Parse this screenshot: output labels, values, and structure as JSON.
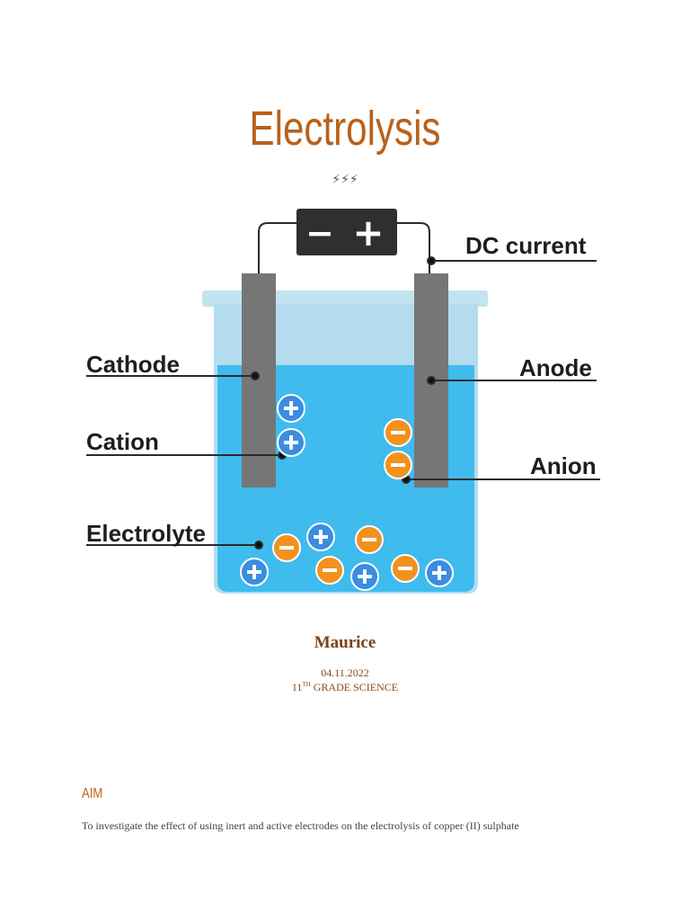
{
  "document": {
    "title": "Electrolysis",
    "decoration": "⚡⚡⚡",
    "author": "Maurice",
    "date": "04.11.2022",
    "grade_number": "11",
    "grade_suffix": "TH",
    "grade_text": "GRADE SCIENCE"
  },
  "diagram": {
    "labels": {
      "dc_current": "DC current",
      "cathode": "Cathode",
      "anode": "Anode",
      "cation": "Cation",
      "anion": "Anion",
      "electrolyte": "Electrolyte"
    },
    "battery_minus": "−",
    "battery_plus": "+",
    "colors": {
      "electrolyte": "#3fbbee",
      "beaker": "#a9d8ea",
      "electrode": "#767676",
      "cation": "#3a8de0",
      "anion": "#f2921e",
      "battery": "#2f2f2f"
    }
  },
  "aim": {
    "heading": "AIM",
    "text": "To investigate the effect of using inert and active electrodes on the electrolysis of copper (II) sulphate"
  }
}
